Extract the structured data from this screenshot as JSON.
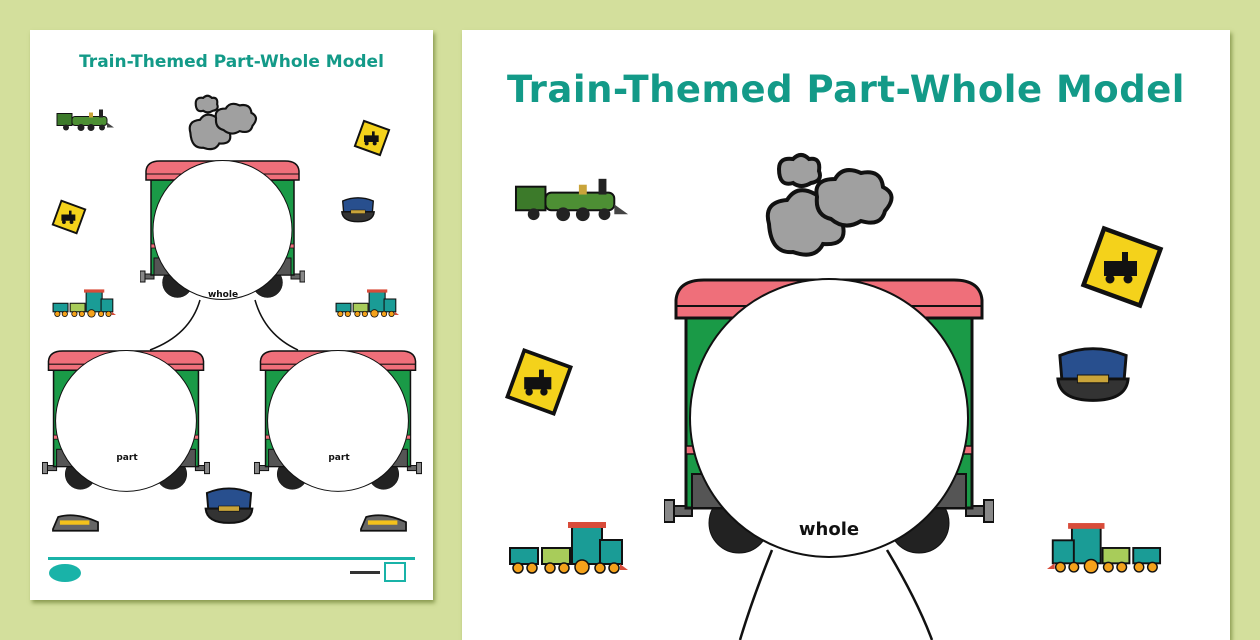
{
  "worksheet": {
    "title": "Train-Themed Part-Whole Model",
    "whole_label": "whole",
    "part_labels": [
      "part",
      "part"
    ]
  },
  "colors": {
    "background": "#d3df9c",
    "title": "#139a88",
    "carriage_body": "#1a9a47",
    "carriage_roof": "#ef6f7a",
    "footer_line": "#19b3a8"
  },
  "icons": [
    "steam-locomotive-icon",
    "smoke-cloud-icon",
    "train-warning-sign-icon",
    "conductor-hat-icon",
    "toy-train-icon",
    "high-speed-train-icon",
    "carriage-icon",
    "logo-icon"
  ]
}
